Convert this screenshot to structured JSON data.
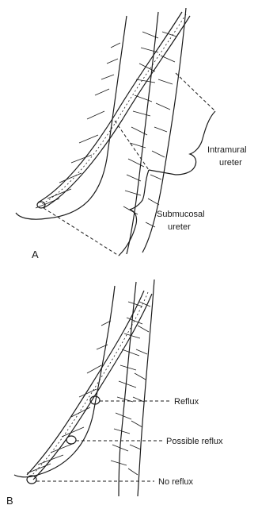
{
  "figure": {
    "panel_a": {
      "letter": "A",
      "labels": {
        "intramural_line1": "Intramural",
        "intramural_line2": "ureter",
        "submucosal_line1": "Submucosal",
        "submucosal_line2": "ureter"
      }
    },
    "panel_b": {
      "letter": "B",
      "labels": {
        "reflux": "Reflux",
        "possible_reflux": "Possible reflux",
        "no_reflux": "No reflux"
      }
    }
  }
}
